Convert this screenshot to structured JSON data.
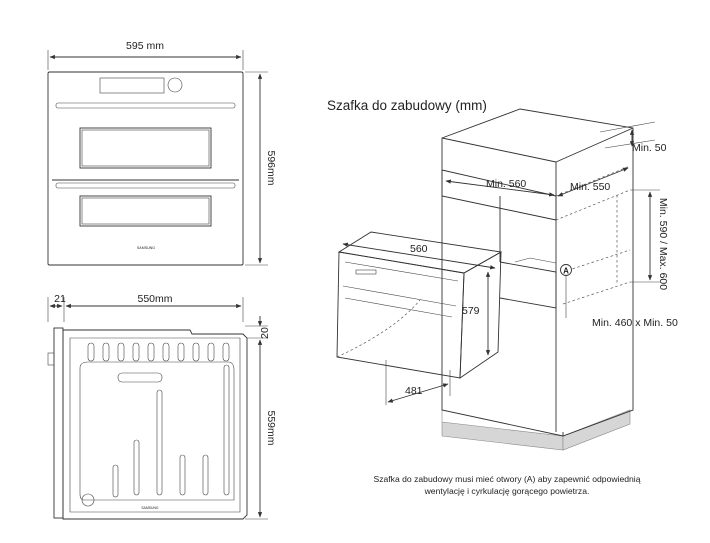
{
  "front_view": {
    "width_label": "595 mm",
    "height_label": "596mm",
    "brand_label": "SAMSUNG"
  },
  "side_view": {
    "front_depth_label": "21",
    "depth_label": "550mm",
    "top_gap_label": "20",
    "height_label": "559mm",
    "brand_label": "SAMSUNG"
  },
  "cabinet": {
    "title": "Szafka do zabudowy (mm)",
    "min_top_label": "Min. 50",
    "min_width_label": "Min. 560",
    "min_depth_label": "Min. 550",
    "height_range_label": "Min. 590 / Max. 600",
    "vent_label": "Min. 460 x Min. 50",
    "vent_marker": "A",
    "oven_width_label": "560",
    "oven_height_label": "579",
    "door_swing_label": "481",
    "note_line1": "Szafka do zabudowy musi mieć otwory (A) aby zapewnić odpowiednią",
    "note_line2": "wentylację i cyrkulację gorącego powietrza."
  }
}
